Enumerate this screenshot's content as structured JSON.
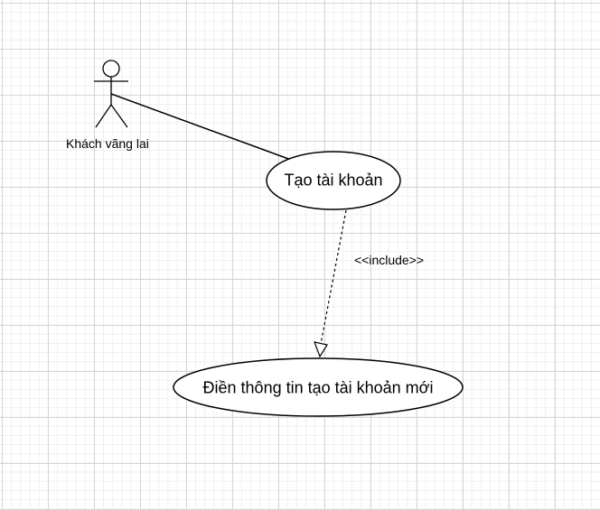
{
  "actor": {
    "name": "Khách vãng lai"
  },
  "use_cases": [
    {
      "label": "Tạo tài khoản"
    },
    {
      "label": "Điền thông tin tạo tài khoản mới"
    }
  ],
  "relationships": [
    {
      "type": "association",
      "from": "Khách vãng lai",
      "to": "Tạo tài khoản"
    },
    {
      "type": "include",
      "from": "Tạo tài khoản",
      "to": "Điền thông tin tạo tài khoản mới",
      "label": "<<include>>"
    }
  ],
  "colors": {
    "line": "#000000",
    "fill": "#ffffff",
    "grid": "#d6d6d6"
  }
}
